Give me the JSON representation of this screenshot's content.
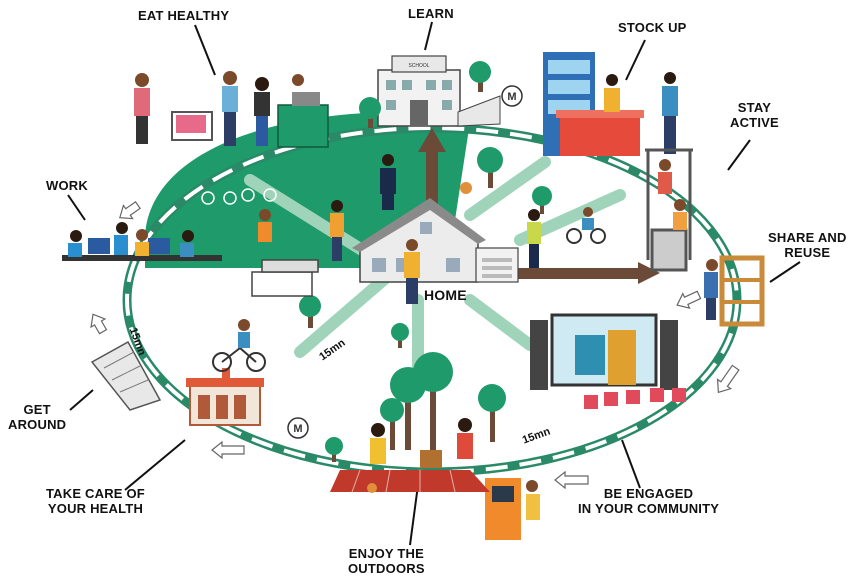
{
  "center": {
    "label": "HOME"
  },
  "activities": {
    "eat_healthy": "EAT HEALTHY",
    "learn": "LEARN",
    "stock_up": "STOCK UP",
    "stay_active_1": "STAY",
    "stay_active_2": "ACTIVE",
    "share_1": "SHARE AND",
    "share_2": "REUSE",
    "engage_1": "BE ENGAGED",
    "engage_2": "IN YOUR COMMUNITY",
    "outdoors_1": "ENJOY THE",
    "outdoors_2": "OUTDOORS",
    "health_1": "TAKE CARE OF",
    "health_2": "YOUR HEALTH",
    "get_around_1": "GET",
    "get_around_2": "AROUND",
    "work": "WORK"
  },
  "distance_labels": {
    "left_ring": "15mn",
    "center_path": "15mn",
    "bottom_right": "15mn"
  },
  "metro_sign": "M",
  "school_sign": "SCHOOL",
  "colors": {
    "park_green": "#1f9a6b",
    "ring_green": "#2a8a68",
    "arrow_brown": "#6b4a38",
    "path_mint": "#9fd4bb",
    "picnic_red": "#c0392b"
  }
}
